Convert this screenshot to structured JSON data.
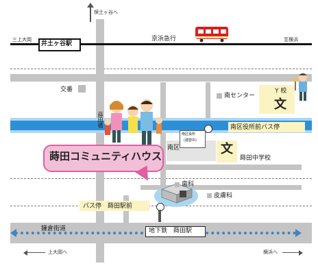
{
  "labels": {
    "north_to": "保土ヶ谷へ",
    "west_to_top": "三上大岡",
    "station_idogaya": "井土ヶ谷駅",
    "keikyu_line": "京浜急行",
    "east_to_top": "至横浜",
    "koban": "交番",
    "minami_center": "南センター",
    "y_school": "Y 校",
    "bunkyo_mark": "文",
    "river": "蒔田橋",
    "bus_stop_ward_office": "南区役所前バス停",
    "ward_office_name": "南区",
    "temp_office_line1": "南区役所",
    "temp_office_line2": "(建替中)",
    "middle_school": "蒔田中学校",
    "facility_name": "蒔田コミュニティハウス",
    "dentist": "歯科",
    "dermatology": "皮膚科",
    "bus_stop_maita": "バス停　蒔田駅前",
    "kamakura_kaido": "鎌倉街道",
    "subway_station": "地下鉄　蒔田駅",
    "west_to_bottom": "上大岡へ",
    "east_to_bottom": "横浜へ"
  },
  "colors": {
    "road": "#c4c4c4",
    "river": "#2f8fd6",
    "river_light": "#a9d7f3",
    "callout_pink": "#f2bfd8",
    "callout_border": "#e05fa0",
    "train": "#d92020",
    "subway": "#3e86c4"
  }
}
